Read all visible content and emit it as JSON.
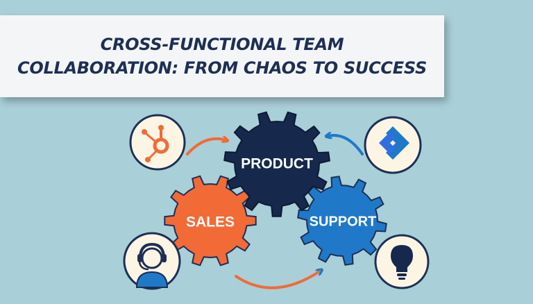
{
  "title": {
    "line1": "CROSS-FUNCTIONAL TEAM",
    "line2": "COLLABORATION: FROM CHAOS TO SUCCESS"
  },
  "gears": {
    "product": {
      "label": "PRODUCT",
      "color": "#16294d"
    },
    "sales": {
      "label": "SALES",
      "color": "#f26a36"
    },
    "support": {
      "label": "SUPPORT",
      "color": "#1f79c8"
    }
  },
  "icons": {
    "hubspot": "hubspot-logo-icon",
    "jira": "jira-logo-icon",
    "agent": "headset-agent-icon",
    "idea": "lightbulb-icon"
  },
  "colors": {
    "background": "#a9cfd8",
    "banner": "#f4f5f6",
    "title_text": "#1e2f55",
    "arrow_orange": "#f26a36",
    "arrow_blue": "#1f79c8",
    "icon_circle": "#fdf5e4"
  }
}
